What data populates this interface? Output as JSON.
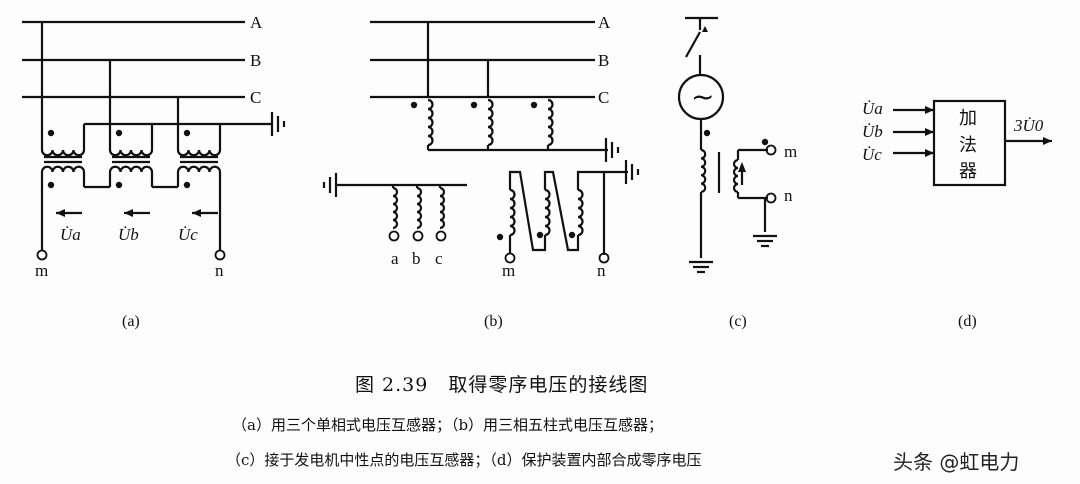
{
  "panel_a": {
    "bus_labels": [
      "A",
      "B",
      "C"
    ],
    "voltages": [
      "U̇a",
      "U̇b",
      "U̇c"
    ],
    "terminals": [
      "m",
      "n"
    ],
    "caption": "(a)"
  },
  "panel_b": {
    "bus_labels": [
      "A",
      "B",
      "C"
    ],
    "outputs": [
      "a",
      "b",
      "c"
    ],
    "terminals": [
      "m",
      "n"
    ],
    "caption": "(b)"
  },
  "panel_c": {
    "generator_symbol": "~",
    "terminals": [
      "m",
      "n"
    ],
    "caption": "(c)"
  },
  "panel_d": {
    "inputs": [
      "U̇a",
      "U̇b",
      "U̇c"
    ],
    "block_label": [
      "加",
      "法",
      "器"
    ],
    "output": "3U̇0",
    "caption": "(d)"
  },
  "caption": {
    "title": "图 2.39　取得零序电压的接线图",
    "line1": "（a）用三个单相式电压互感器；（b）用三相五柱式电压互感器；",
    "line2": "（c）接于发电机中性点的电压互感器；（d）保护装置内部合成零序电压"
  },
  "watermark": "头条 @虹电力"
}
